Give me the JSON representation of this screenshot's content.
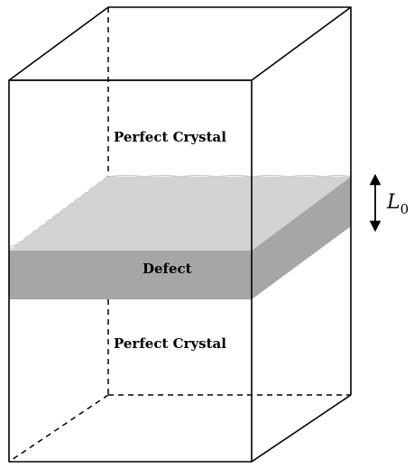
{
  "labels": {
    "top_region": "Perfect Crystal",
    "defect_region": "Defect",
    "bottom_region": "Perfect Crystal",
    "thickness_symbol": "L",
    "thickness_subscript": "0"
  },
  "colors": {
    "defect_top_face": "#d3d3d3",
    "defect_side_face": "#a6a6a6",
    "edge": "#000000"
  }
}
